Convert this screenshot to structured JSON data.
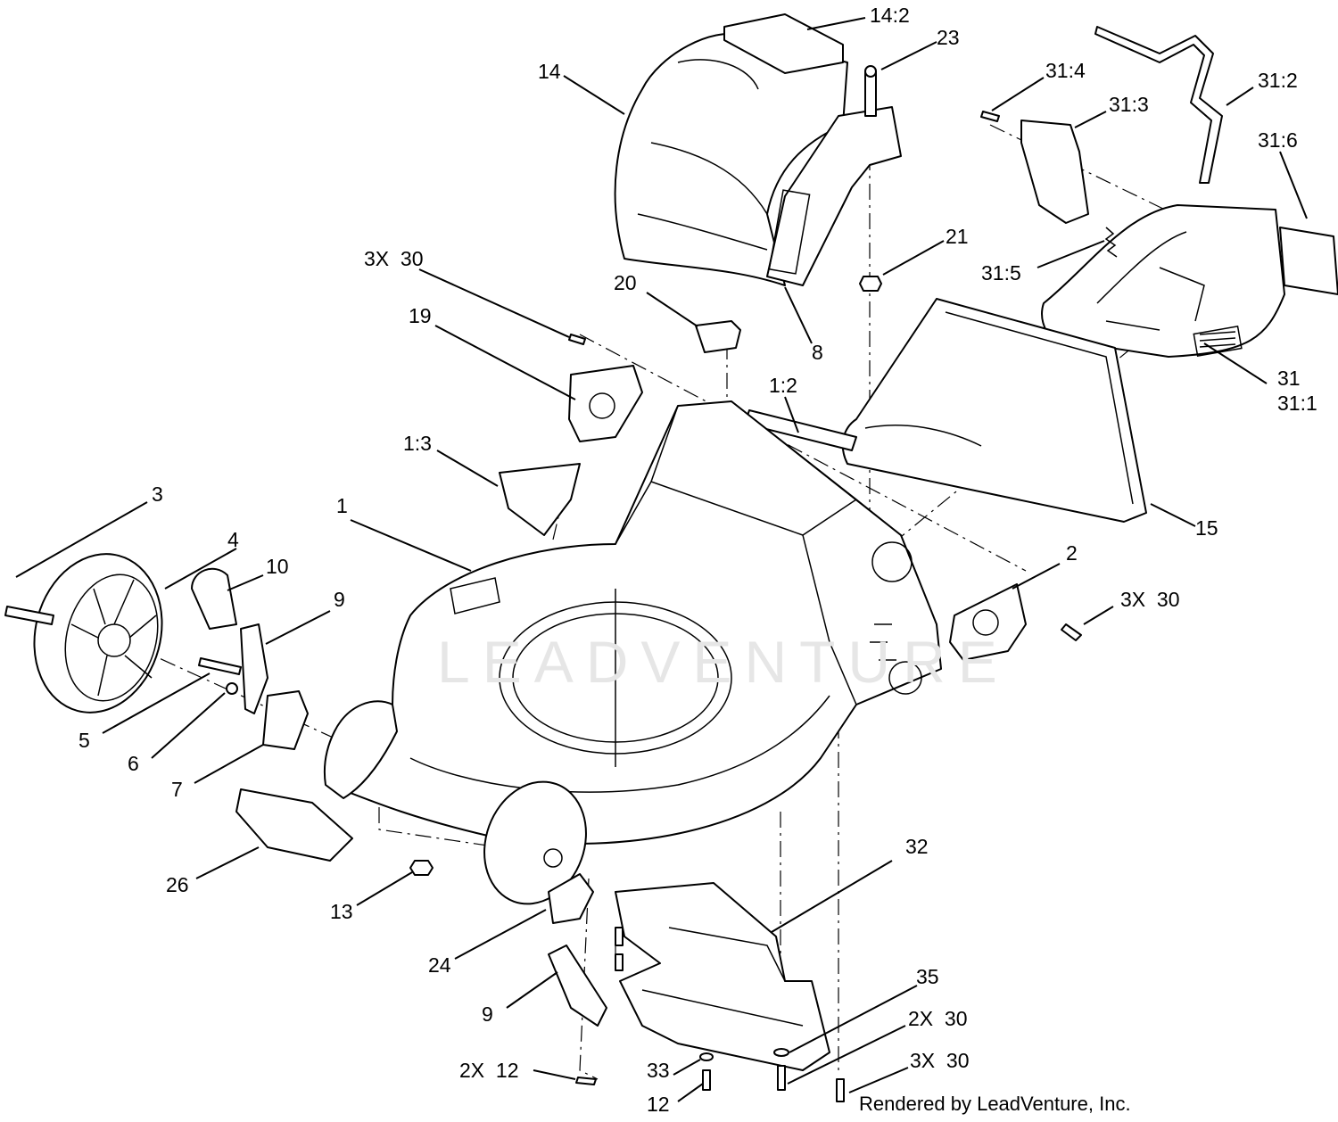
{
  "watermark": "LEADVENTURE",
  "credit": "Rendered by LeadVenture, Inc.",
  "callouts": [
    "14:2",
    "23",
    "14",
    "31:4",
    "31:2",
    "31:3",
    "31:6",
    "21",
    "31:5",
    "3X  30",
    "20",
    "19",
    "8",
    "1:2",
    "31",
    "31:1",
    "1:3",
    "3",
    "15",
    "1",
    "4",
    "10",
    "2",
    "3X  30",
    "9",
    "5",
    "6",
    "7",
    "32",
    "26",
    "13",
    "24",
    "35",
    "9",
    "2X  30",
    "2X  12",
    "33",
    "3X  30",
    "12"
  ]
}
